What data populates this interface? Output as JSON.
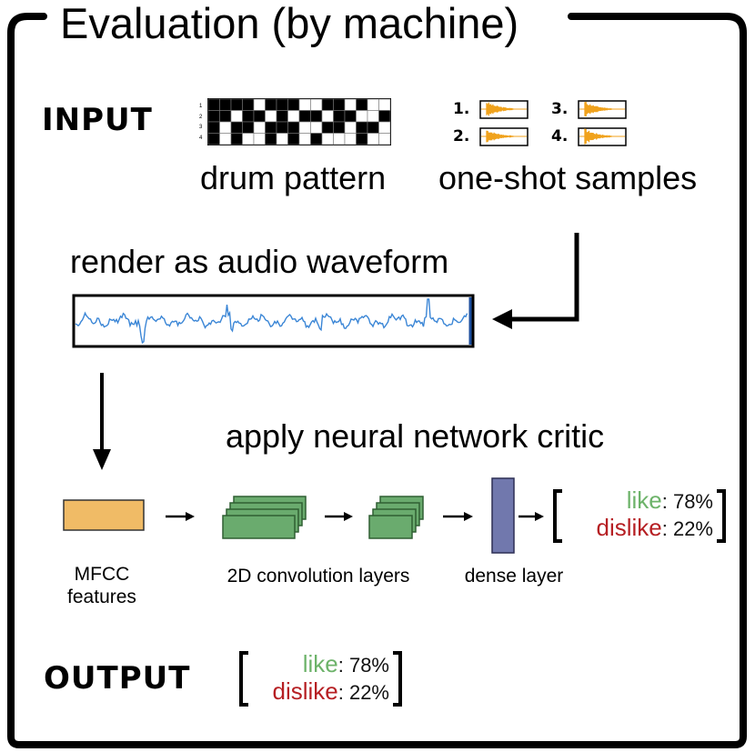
{
  "title": "Evaluation (by machine)",
  "input": {
    "heading": "INPUT",
    "drum_pattern_label": "drum pattern",
    "row_numbers": [
      "1",
      "2",
      "3",
      "4"
    ],
    "samples_label": "one-shot samples",
    "sample_numbers": [
      "1.",
      "2.",
      "3.",
      "4."
    ]
  },
  "render_label": "render as audio waveform",
  "critic_label": "apply neural network critic",
  "network": {
    "mfcc_label_line1": "MFCC",
    "mfcc_label_line2": "features",
    "conv_label": "2D convolution layers",
    "dense_label": "dense layer"
  },
  "result": {
    "like_label": "like",
    "like_value": ": 78%",
    "dislike_label": "dislike",
    "dislike_value": ": 22%"
  },
  "output": {
    "heading": "OUTPUT",
    "like_label": "like",
    "like_value": ": 78%",
    "dislike_label": "dislike",
    "dislike_value": ": 22%"
  },
  "colors": {
    "frame": "#000000",
    "mfcc": "#f0bb66",
    "conv": "#6aab6e",
    "dense": "#7178ad",
    "waveform": "#3b86d6",
    "sample_wave": "#f0a21c",
    "like": "#6db36a",
    "dislike": "#b61f23"
  }
}
